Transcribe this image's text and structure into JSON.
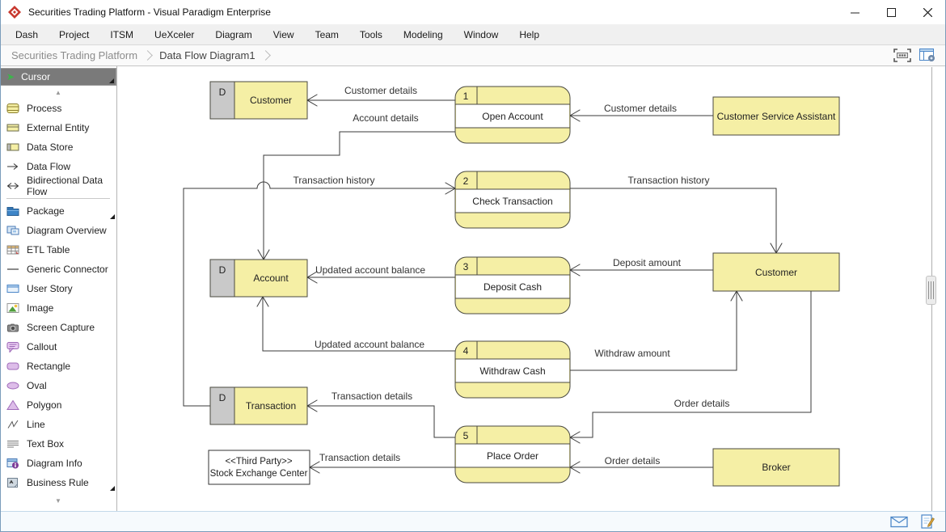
{
  "window": {
    "title": "Securities Trading Platform - Visual Paradigm Enterprise"
  },
  "menu": {
    "items": [
      "Dash",
      "Project",
      "ITSM",
      "UeXceler",
      "Diagram",
      "View",
      "Team",
      "Tools",
      "Modeling",
      "Window",
      "Help"
    ]
  },
  "breadcrumb": {
    "items": [
      "Securities Trading Platform",
      "Data Flow Diagram1"
    ]
  },
  "toolbox": {
    "cursor_label": "Cursor",
    "items": [
      {
        "icon": "process-icon",
        "label": "Process"
      },
      {
        "icon": "external-entity-icon",
        "label": "External Entity"
      },
      {
        "icon": "data-store-icon",
        "label": "Data Store"
      },
      {
        "icon": "data-flow-icon",
        "label": "Data Flow"
      },
      {
        "icon": "bidirectional-data-flow-icon",
        "label": "Bidirectional Data Flow"
      },
      {
        "icon": "package-icon",
        "label": "Package"
      },
      {
        "icon": "diagram-overview-icon",
        "label": "Diagram Overview"
      },
      {
        "icon": "etl-table-icon",
        "label": "ETL Table"
      },
      {
        "icon": "generic-connector-icon",
        "label": "Generic Connector"
      },
      {
        "icon": "user-story-icon",
        "label": "User Story"
      },
      {
        "icon": "image-icon",
        "label": "Image"
      },
      {
        "icon": "screen-capture-icon",
        "label": "Screen Capture"
      },
      {
        "icon": "callout-icon",
        "label": "Callout"
      },
      {
        "icon": "rectangle-icon",
        "label": "Rectangle"
      },
      {
        "icon": "oval-icon",
        "label": "Oval"
      },
      {
        "icon": "polygon-icon",
        "label": "Polygon"
      },
      {
        "icon": "line-icon",
        "label": "Line"
      },
      {
        "icon": "text-box-icon",
        "label": "Text Box"
      },
      {
        "icon": "diagram-info-icon",
        "label": "Diagram Info"
      },
      {
        "icon": "business-rule-icon",
        "label": "Business Rule"
      }
    ]
  },
  "diagram": {
    "processes": [
      {
        "number": "1",
        "name": "Open Account"
      },
      {
        "number": "2",
        "name": "Check Transaction"
      },
      {
        "number": "3",
        "name": "Deposit Cash"
      },
      {
        "number": "4",
        "name": "Withdraw Cash"
      },
      {
        "number": "5",
        "name": "Place Order"
      }
    ],
    "data_stores": [
      {
        "marker": "D",
        "name": "Customer"
      },
      {
        "marker": "D",
        "name": "Account"
      },
      {
        "marker": "D",
        "name": "Transaction"
      }
    ],
    "entities": [
      {
        "name": "Customer Service Assistant"
      },
      {
        "name": "Customer"
      },
      {
        "name": "Broker"
      }
    ],
    "third_party": {
      "stereotype": "<<Third Party>>",
      "name": "Stock Exchange Center"
    },
    "flows": [
      {
        "label": "Customer details"
      },
      {
        "label": "Customer details"
      },
      {
        "label": "Account details"
      },
      {
        "label": "Transaction history"
      },
      {
        "label": "Transaction history"
      },
      {
        "label": "Deposit amount"
      },
      {
        "label": "Updated account balance"
      },
      {
        "label": "Withdraw amount"
      },
      {
        "label": "Updated account balance"
      },
      {
        "label": "Transaction details"
      },
      {
        "label": "Transaction details"
      },
      {
        "label": "Order details"
      },
      {
        "label": "Order details"
      }
    ]
  },
  "colors": {
    "node_fill": "#f5efa5",
    "node_stroke": "#4a4a40",
    "store_cell": "#c9c9c9",
    "flow_line": "#3a3a3a",
    "selected_tool_bg": "#7a7a7a",
    "accent_blue": "#4a86c8",
    "logo_red": "#c8382e"
  }
}
